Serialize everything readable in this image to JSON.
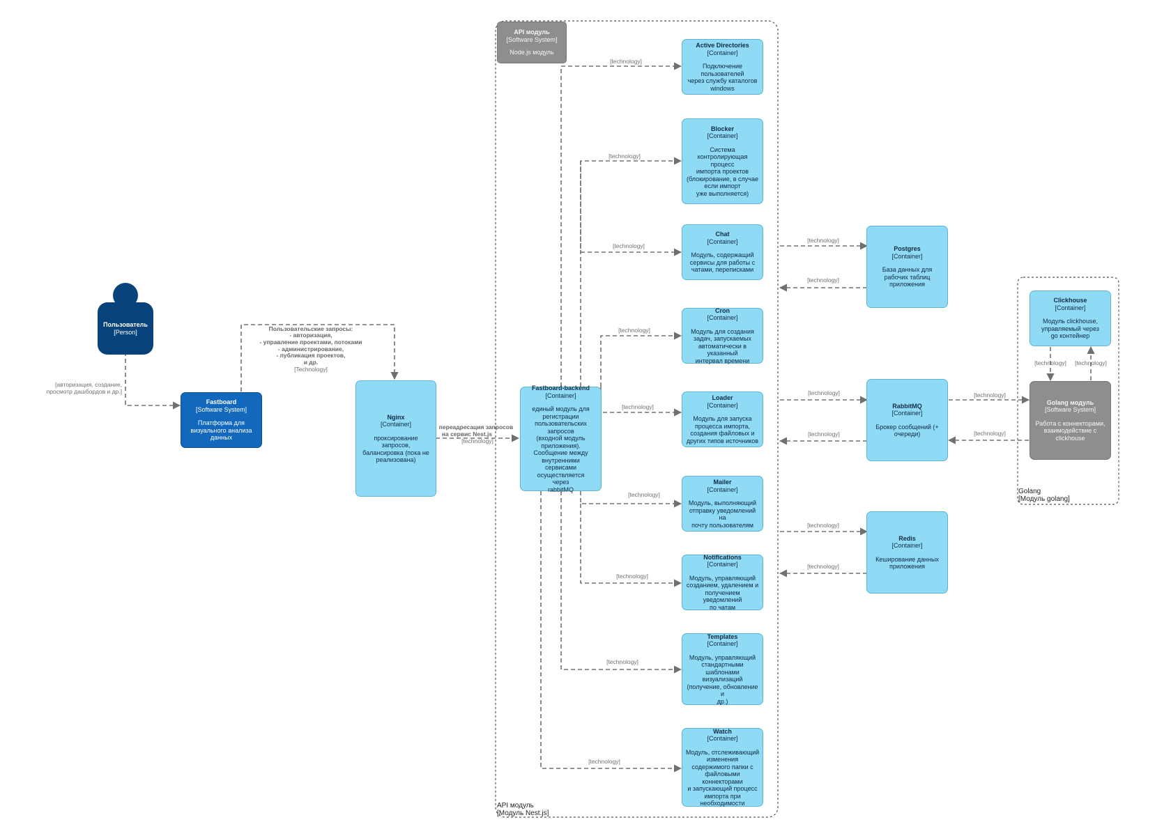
{
  "boundaries": {
    "api": {
      "label_line1": "API модуль",
      "label_line2": "[Модуль Nest.js]"
    },
    "golang": {
      "label_line1": "Golang",
      "label_line2": "[Модуль golang]"
    }
  },
  "person": {
    "name": "Пользователь",
    "kind": "[Person]"
  },
  "fastboard": {
    "name": "Fastboard",
    "kind": "[Software System]",
    "desc": "Платформа для\nвизуального анализа\nданных"
  },
  "nginx": {
    "name": "Nginx",
    "kind": "[Container]",
    "desc": "проксирование запросов,\nбалансировка (пока не\nреализована)"
  },
  "api_system": {
    "name": "API модуль",
    "kind": "[Software System]",
    "desc": "Node.js модуль"
  },
  "backend": {
    "name": "Fastboard-backend",
    "kind": "[Container]",
    "desc": "единый модуль для\nрегистрации\nпользовательских запросов\n(входной модуль\nприложения).\nСообщение между\nвнутренними\nсервисами осуществляется\nчерез\nrabbitMQ"
  },
  "services": [
    {
      "name": "Active Directories",
      "kind": "[Container]",
      "desc": "Подключение\nпользователей\nчерез службу каталогов\nwindows"
    },
    {
      "name": "Blocker",
      "kind": "[Container]",
      "desc": "Система контролирующая\nпроцесс\nимпорта проектов\n(блокирование, в случае\nесли импорт\nуже выполняется)"
    },
    {
      "name": "Chat",
      "kind": "[Container]",
      "desc": "Модуль, содержащий\nсервисы для работы с\nчатами, переписками"
    },
    {
      "name": "Cron",
      "kind": "[Container]",
      "desc": "Модуль для создания\nзадач, запускаемых\nавтоматически в указанный\nинтервал времени"
    },
    {
      "name": "Loader",
      "kind": "[Container]",
      "desc": "Модуль для запуска\nпроцесса импорта,\nсоздания файловых и\nдругих типов источников"
    },
    {
      "name": "Mailer",
      "kind": "[Container]",
      "desc": "Модуль, выполняющий\nотправку уведомлений на\nпочту пользователям"
    },
    {
      "name": "Notifications",
      "kind": "[Container]",
      "desc": "Модуль, управляющий\nсозданием, удалением и\nполучением уведомлений\nпо чатам"
    },
    {
      "name": "Templates",
      "kind": "[Container]",
      "desc": "Модуль, управляющий\nстандартными\nшаблонами визуализаций\n(получение, обновление и\nдр.)"
    },
    {
      "name": "Watch",
      "kind": "[Container]",
      "desc": "Модуль, отслеживающий\nизменения\nсодержимого папки с\nфайловыми коннекторами\nи запускающий процесс\nимпорта при\nнеобходимости"
    }
  ],
  "postgres": {
    "name": "Postgres",
    "kind": "[Container]",
    "desc": "База данных для\nрабочих таблиц\nприложения"
  },
  "rabbitmq": {
    "name": "RabbitMQ",
    "kind": "[Container]",
    "desc": "Брокер сообщений (+\nочереди)"
  },
  "redis": {
    "name": "Redis",
    "kind": "[Container]",
    "desc": "Кеширование данных\nприложения"
  },
  "clickhouse": {
    "name": "Clickhouse",
    "kind": "[Container]",
    "desc": "Модуль clickhouse,\nуправляемый через\ngo контейнер"
  },
  "golang_system": {
    "name": "Golang модуль",
    "kind": "[Software System]",
    "desc": "Работа с коннекторами,\nвзаимодействие с\nclickhouse"
  },
  "edge_labels": {
    "technology": "[technology]",
    "technology_cap": "[Technology]",
    "person_to_fastboard": [
      "[авторизация, создание,",
      "просмотр дашбордов и др.]"
    ],
    "fastboard_to_nginx": [
      "Пользовательские запросы:",
      "- авторизация,",
      "- управление проектами, потоками",
      "- администрирование,",
      "- публикация проектов,",
      "и др."
    ],
    "nginx_to_backend": [
      "переадресация запросов",
      "на сервис Nest.js"
    ]
  }
}
